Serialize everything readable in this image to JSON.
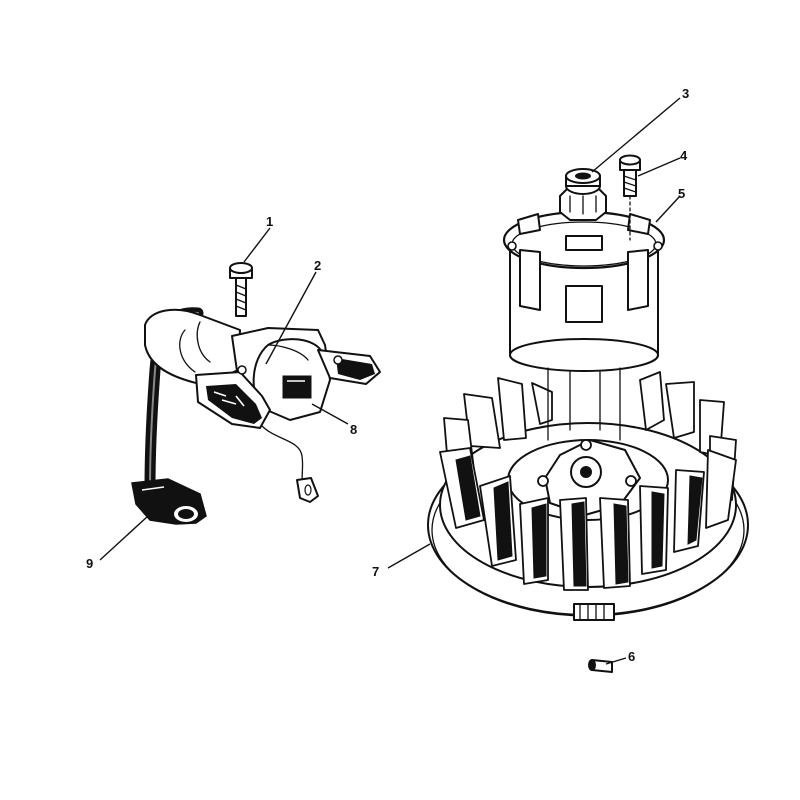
{
  "diagram": {
    "colors": {
      "ink": "#111111",
      "paper": "#ffffff"
    },
    "callouts": [
      {
        "id": "1",
        "label": "1",
        "part": "bolt"
      },
      {
        "id": "2",
        "label": "2",
        "part": "ignition-coil"
      },
      {
        "id": "3",
        "label": "3",
        "part": "flywheel-nut"
      },
      {
        "id": "4",
        "label": "4",
        "part": "screw"
      },
      {
        "id": "5",
        "label": "5",
        "part": "starter-cup"
      },
      {
        "id": "6",
        "label": "6",
        "part": "flywheel-key"
      },
      {
        "id": "7",
        "label": "7",
        "part": "flywheel"
      },
      {
        "id": "8",
        "label": "8",
        "part": "ground-wire"
      },
      {
        "id": "9",
        "label": "9",
        "part": "spark-plug-boot"
      }
    ]
  }
}
